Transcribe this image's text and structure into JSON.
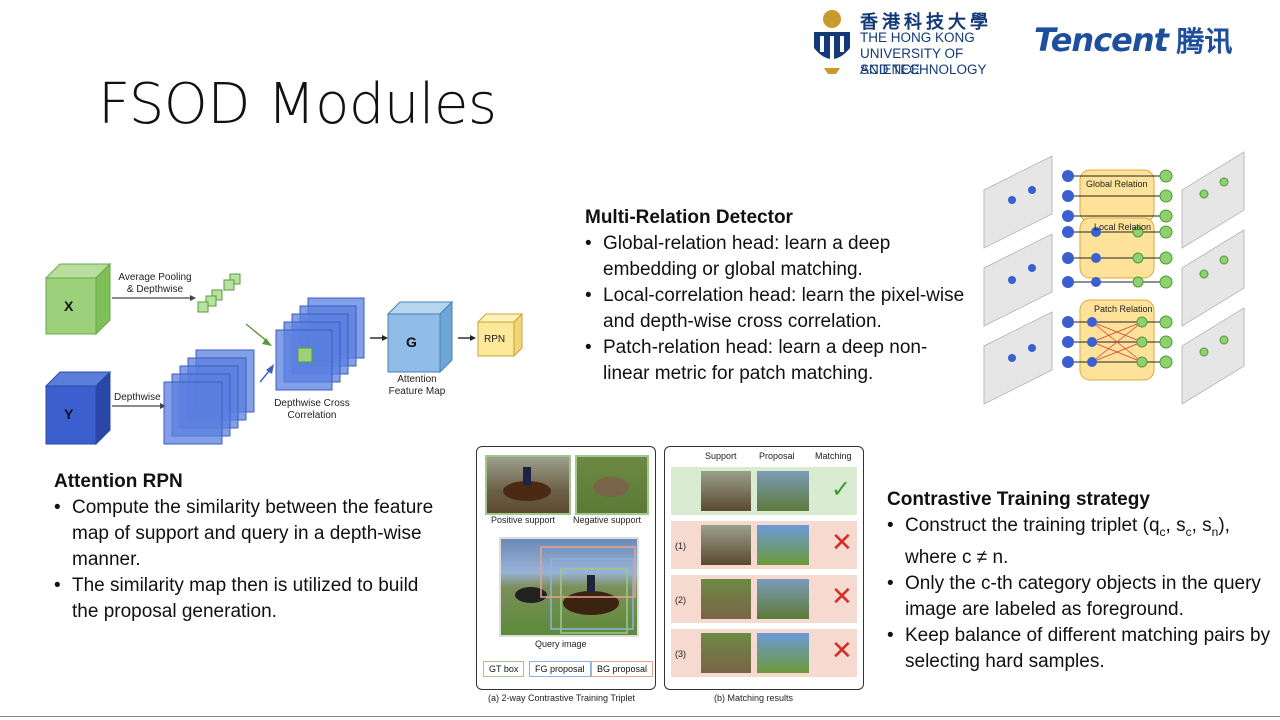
{
  "slide": {
    "title": "FSOD Modules"
  },
  "logos": {
    "hkust_cn": "香港科技大學",
    "hkust_en": [
      "THE HONG KONG",
      "UNIVERSITY OF SCIENCE",
      "AND TECHNOLOGY"
    ],
    "tencent_en": "Tencent",
    "tencent_cn": "腾讯"
  },
  "attention_rpn": {
    "heading": "Attention RPN",
    "bullets": [
      "Compute the similarity between the feature map of support and query in a depth-wise manner.",
      "The similarity map then is utilized to build the proposal generation."
    ],
    "diagram": {
      "x_label": "X",
      "y_label": "Y",
      "pool_label": "Average Pooling & Depthwise",
      "depthwise_label": "Depthwise",
      "corr_label": "Depthwise Cross Correlation",
      "g_label": "G",
      "attn_label": "Attention Feature Map",
      "rpn_label": "RPN"
    }
  },
  "multi_relation": {
    "heading": "Multi-Relation Detector",
    "bullets": [
      "Global-relation head: learn a deep embedding or global matching.",
      "Local-correlation head: learn the pixel-wise and depth-wise cross correlation.",
      "Patch-relation head: learn a deep non-linear metric for patch matching."
    ],
    "diagram": {
      "global": "Global Relation",
      "local": "Local Relation",
      "patch": "Patch Relation"
    }
  },
  "triplet_figure": {
    "positive": "Positive support",
    "negative": "Negative support",
    "query": "Query image",
    "legend": [
      "GT box",
      "FG proposal",
      "BG proposal"
    ],
    "caption": "(a) 2-way Contrastive Training Triplet"
  },
  "matching_figure": {
    "headers": [
      "Support",
      "Proposal",
      "Matching"
    ],
    "rows": [
      {
        "label": "",
        "result": "✓"
      },
      {
        "label": "(1)",
        "result": "✕"
      },
      {
        "label": "(2)",
        "result": "✕"
      },
      {
        "label": "(3)",
        "result": "✕"
      }
    ],
    "caption": "(b) Matching results",
    "colors": {
      "match": "#d9ecd1",
      "mismatch": "#f6d9cf",
      "check": "#3c9a2e",
      "cross": "#d62b2b"
    }
  },
  "contrastive": {
    "heading": "Contrastive Training strategy",
    "b1_prefix": "Construct the training triplet (q",
    "b1_sub1": "c",
    "b1_mid1": ", s",
    "b1_sub2": "c",
    "b1_mid2": ", s",
    "b1_sub3": "n",
    "b1_suffix": "), where c ≠ n.",
    "bullets": [
      "Only the c-th category objects in the query image are labeled as foreground.",
      "Keep balance of different matching pairs by selecting hard samples."
    ]
  }
}
